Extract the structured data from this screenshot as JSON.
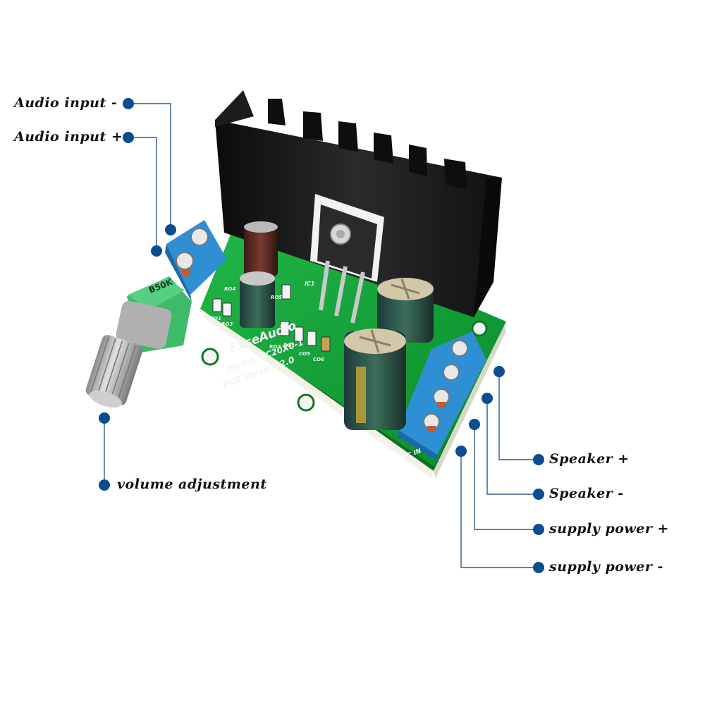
{
  "labels": {
    "audio_input_minus": "Audio input -",
    "audio_input_plus": "Audio input +",
    "volume_adjustment": "volume adjustment",
    "speaker_plus": "Speaker +",
    "speaker_minus": "Speaker -",
    "supply_power_plus": "supply power +",
    "supply_power_minus": "supply power -"
  },
  "board": {
    "brand": "ExseAudio",
    "model": "Model:  XC20X0-1",
    "version": "PCB Version 2.0",
    "dc_in": "DC IN",
    "refs": [
      "RO4",
      "RO1",
      "RO5",
      "CO1",
      "RO3",
      "RO2",
      "CO5",
      "CO6",
      "IC1"
    ],
    "pot_marking": "B50K"
  },
  "colors": {
    "pcb": "#12a035",
    "terminal": "#2f8fd4",
    "heatsink": "#1a1a1a",
    "pot_body": "#3dbb6a",
    "callout": "#0b4d8f"
  }
}
